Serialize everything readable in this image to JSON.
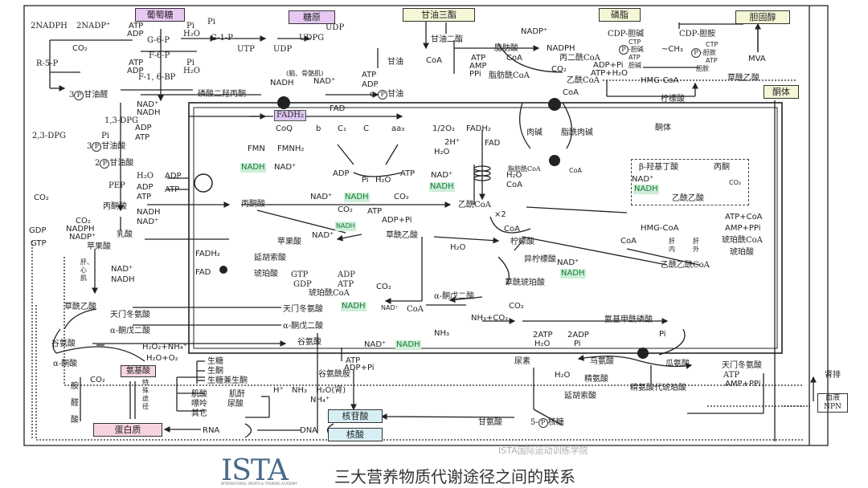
{
  "boxes": {
    "glucose": "葡萄糖",
    "glycogen": "糖原",
    "triglyceride": "甘油三酯",
    "phospholipid": "磷脂",
    "cholesterol": "胆固醇",
    "ketone_body_box": "酮体",
    "amino_acid": "氨基酸",
    "protein": "蛋白质",
    "nucleotide": "核苷酸",
    "nucleic_acid": "核酸",
    "blood_npn": "血液\nNPN",
    "fadh2_box": "FADH₂"
  },
  "glycolysis": {
    "nadph2": "2NADPH",
    "nadp2": "2NADP⁺",
    "atp1": "ATP",
    "adp1": "ADP",
    "pi1": "Pi",
    "h2o1": "H₂O",
    "g6p": "G-6-P",
    "co2_a": "CO₂",
    "r5p": "R-5-P",
    "f6p": "F-6-P",
    "atp2": "ATP",
    "adp2": "ADP",
    "pi2": "Pi",
    "h2o2": "H₂O",
    "f16bp": "F-1, 6-BP",
    "g3p": "甘油醛",
    "g3p_prefix": "3",
    "p": "P",
    "nad_a": "NAD⁺",
    "nadh_a": "NADH",
    "dpg13": "1,3-DPG",
    "dpg23": "2,3-DPG",
    "adp3": "ADP",
    "pi3": "Pi",
    "atp3": "ATP",
    "pga3": "甘油酸",
    "pga3_prefix": "3",
    "pga2": "甘油酸",
    "pga2_prefix": "2",
    "h2o3": "H₂O",
    "pep": "PEP",
    "adp4": "ADP",
    "atp4": "ATP",
    "pyruvate_l": "丙酮酸",
    "nadh_b": "NADH",
    "nad_b": "NAD⁺",
    "lactate": "乳酸",
    "co2_b": "CO₂",
    "nadph_b": "NADPH",
    "nadp_b": "NADP⁺",
    "co2_c": "CO₂",
    "gdp": "GDP",
    "gtp": "GTP",
    "malate_l": "苹果酸",
    "liver_heart": "肝、心肌",
    "nad_c": "NAD⁺",
    "nadh_c": "NADH",
    "oaa_l": "草酰乙酸",
    "asp_l": "天门冬氨酸",
    "akg_l": "α-酮戊二酸",
    "glu_l": "谷氨酸",
    "ketoacid": "α-酮酸",
    "h2o2nh4": "H₂O₂+NH₄⁺",
    "h2oo2": "H₂O+O₂",
    "co2_d": "CO₂",
    "amine": "胺",
    "aldehyde": "醛",
    "acid": "酸",
    "special": "特殊途径"
  },
  "glycogen_path": {
    "pi": "Pi",
    "g1p": "G-1-P",
    "udpg": "UDPG",
    "udp1": "UDP",
    "utp": "UTP",
    "udp2": "UDP",
    "brain_muscle": "(脑、骨骼肌)",
    "nadh": "NADH",
    "nad": "NAD⁺",
    "dhap": "磷酸二羟丙酮",
    "fad": "FAD",
    "glycerol": "甘油",
    "atp": "ATP",
    "adp": "ADP",
    "a_gp": "甘油",
    "a_prefix": "α-"
  },
  "lipid": {
    "diglyceride": "甘油二酯",
    "fatty_acid": "脂肪酸",
    "coa1": "CoA",
    "atp": "ATP",
    "amp": "AMP",
    "ppi": "PPi",
    "coa2": "CoA",
    "acyl_coa": "脂肪酰CoA",
    "nadp": "NADP⁺",
    "nadph": "NADPH",
    "malonyl": "丙二酰CoA",
    "co2": "CO₂",
    "adp_pi": "ADP+Pi",
    "atp_h2o": "ATP+H₂O",
    "acetyl_top": "乙酰CoA",
    "coa3": "CoA",
    "hmg_top": "HMG-CoA",
    "citrate_top": "柠檬酸",
    "oaa_top": "草酰乙酸",
    "mva": "MVA",
    "cdp_choline": "CDP-胆碱",
    "ctp1": "CTP",
    "p_choline1": "-胆碱",
    "atp_c1": "ATP",
    "choline1": "胆碱",
    "ch3": "~CH₃",
    "cdp_ethanol": "CDP-胆胺",
    "ctp2": "CTP",
    "p_ethanol": "-胆胺",
    "atp_c2": "ATP",
    "ethanolamine": "胆胺",
    "carnitine": "肉碱",
    "acyl_carnitine": "脂酰肉碱",
    "acyl_coa2": "脂肪酰CoA",
    "coa4": "CoA",
    "ketone_mid": "酮体"
  },
  "etc": {
    "coq": "CoQ",
    "b": "b",
    "c1": "C₁",
    "c": "C",
    "aa3": "aa₃",
    "o2": "1/2O₂",
    "h2": "2H⁺",
    "h2o": "H₂O",
    "fmn": "FMN",
    "fmnh2": "FMNH₂",
    "nadh": "NADH",
    "nad": "NAD⁺",
    "adp": "ADP",
    "pi": "Pi",
    "h2o_b": "H₂O",
    "atp": "ATP",
    "adp_l": "ADP",
    "atp_l": "ATP",
    "fadh2": "FADH₂",
    "fad": "FAD"
  },
  "tca": {
    "pyruvate": "丙酮酸",
    "nad1": "NAD⁺",
    "nadh1": "NADH",
    "co2_1": "CO₂",
    "co2_2": "CO₂",
    "atp": "ATP",
    "adp_pi": "ADP+Pi",
    "nadh2": "NADH",
    "nad2": "NAD⁺",
    "oaa": "草酰乙酸",
    "malate": "苹果酸",
    "fumarate": "延胡索酸",
    "succinate": "琥珀酸",
    "fadh2": "FADH₂",
    "fad": "FAD",
    "gtp": "GTP",
    "gdp": "GDP",
    "adp": "ADP",
    "atp2": "ATP",
    "succ_coa": "琥珀酰CoA",
    "co2_3": "CO₂",
    "nadh3": "NADH",
    "nad3": "NAD⁺",
    "coa": "CoA",
    "akg": "α-酮戊二酸",
    "co2_4": "CO₂",
    "oxalosucc": "草酰琥珀酸",
    "nad4": "NAD⁺",
    "nadh4": "NADH",
    "isocitrate": "异柠檬酸",
    "citrate": "柠檬酸",
    "h2o": "H₂O",
    "coa2": "CoA",
    "x2": "×2",
    "acetyl": "乙酰CoA",
    "nad5": "NAD⁺",
    "nadh5": "NADH",
    "h2o_b": "H₂O",
    "coa_b": "CoA",
    "fadh2_b": "FADH₂",
    "fad_b": "FAD",
    "asp": "天门冬氨酸",
    "akg2": "α-酮戊二酸",
    "glu": "谷氨酸",
    "nad6": "NAD⁺",
    "nadh6": "NADH",
    "nh3": "NH₃"
  },
  "ketone": {
    "bhb": "β-羟基丁酸",
    "acetone": "丙酮",
    "nad": "NAD⁺",
    "nadh": "NADH",
    "co2": "CO₂",
    "acetoacetate": "乙酰乙酸",
    "hmg": "HMG-CoA",
    "coa": "CoA",
    "liver_in": "肝内",
    "liver_out": "肝外",
    "atp_coa": "ATP+CoA",
    "amp_ppi": "AMP+PPi",
    "succ_coa": "琥珀酰CoA",
    "succ": "琥珀酸",
    "acac_coa": "乙酰乙酰CoA"
  },
  "urea": {
    "nh3co2": "NH₃+CO₂",
    "atp2": "2ATP",
    "h2o": "H₂O",
    "adp2": "2ADP",
    "pi": "Pi",
    "carbamoyl": "氨基甲酰磷酸",
    "pi2": "Pi",
    "urea": "尿素",
    "ornithine": "鸟氨酸",
    "h2o2": "H₂O",
    "arginine": "精氨酸",
    "citrulline": "瓜氨酸",
    "asp": "天门冬氨酸",
    "atp": "ATP",
    "amp_ppi": "AMP+PPi",
    "argsucc": "精氨酸代琥珀酸",
    "fumarate": "延胡索酸",
    "kidney": "肾排"
  },
  "amino": {
    "atp": "ATP",
    "adp_pi": "ADP+Pi",
    "glutamine": "谷氨酰胺",
    "h": "H⁺",
    "nh3": "NH₃",
    "h2o_kidney": "H₂O(肾)",
    "nh4": "NH₄⁺",
    "sugar": "生糖",
    "ketogenic": "生酮",
    "both": "生糖兼生酮",
    "creatine": "肌酸",
    "creatinine": "肌酐",
    "purine": "嘌呤",
    "uric": "尿酸",
    "others": "其它",
    "rna": "RNA",
    "dna": "DNA",
    "glycine": "甘氨酸",
    "ribose": "核糖",
    "ribose_prefix": "5-",
    "ribose_p": "P"
  },
  "footer": {
    "logo": "ISTA",
    "logo_sub": "INTERNATIONAL SPORTS & TRAINING ACADEMY",
    "caption": "三大营养物质代谢途径之间的联系",
    "watermark": "ISTA国际运动训练学院"
  }
}
